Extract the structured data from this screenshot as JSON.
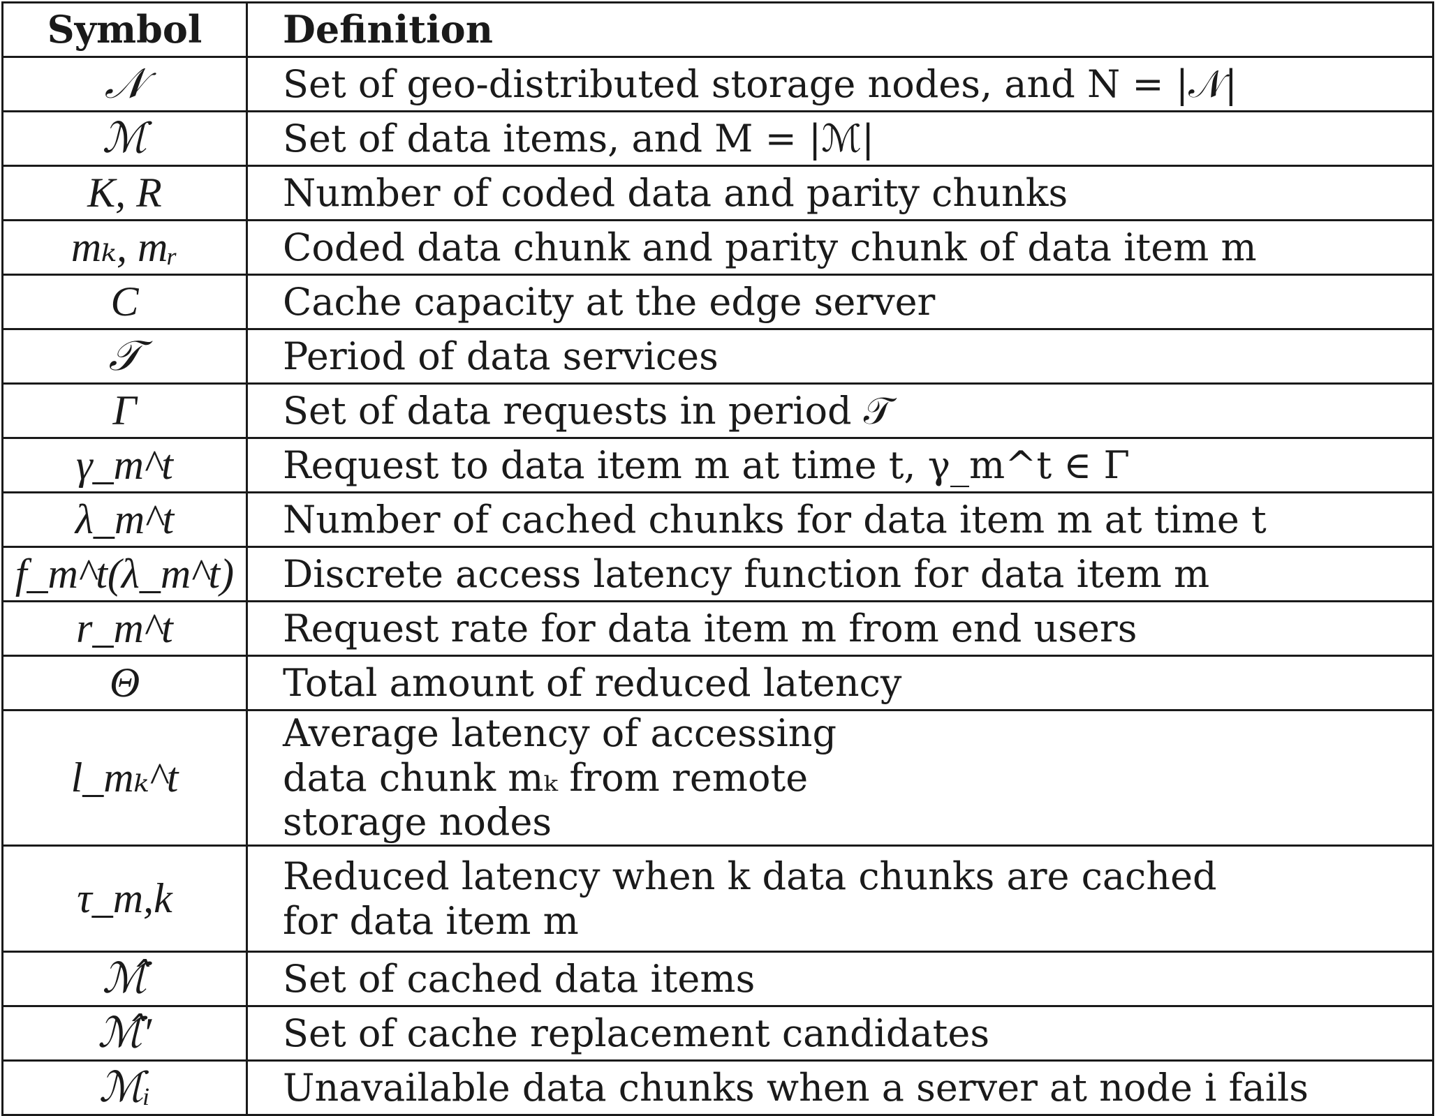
{
  "headers": {
    "symbol": "Symbol",
    "definition": "Definition"
  },
  "rows": [
    {
      "symbol": "𝒩",
      "definition": "Set of geo-distributed storage nodes, and N = |𝒩|"
    },
    {
      "symbol": "ℳ",
      "definition": "Set of data items, and M = |ℳ|"
    },
    {
      "symbol": "K, R",
      "definition": "Number of coded data and parity chunks"
    },
    {
      "symbol": "mₖ, mᵣ",
      "definition": "Coded data chunk and parity chunk of data item m"
    },
    {
      "symbol": "C",
      "definition": "Cache capacity at the edge server"
    },
    {
      "symbol": "𝒯",
      "definition": "Period of data services"
    },
    {
      "symbol": "Γ",
      "definition": "Set of data requests in period 𝒯"
    },
    {
      "symbol": "γ_m^t",
      "definition": "Request to data item m at time t, γ_m^t ∈ Γ"
    },
    {
      "symbol": "λ_m^t",
      "definition": "Number of cached chunks for data item m at time t"
    },
    {
      "symbol": "f_m^t(λ_m^t)",
      "definition": "Discrete access latency function for data item m"
    },
    {
      "symbol": "r_m^t",
      "definition": "Request rate for data item m from end users"
    },
    {
      "symbol": "Θ",
      "definition": "Total amount of reduced latency"
    },
    {
      "symbol": "l_mₖ^t",
      "definition": "Average latency of accessing data chunk mₖ from remote storage nodes"
    },
    {
      "symbol": "τ_m,k",
      "definition": "Reduced latency when k data chunks are cached for data item m"
    },
    {
      "symbol": "ℳ̂",
      "definition": "Set of cached data items"
    },
    {
      "symbol": "ℳ̂′",
      "definition": "Set of cache replacement candidates"
    },
    {
      "symbol": "ℳᵢ",
      "definition": "Unavailable data chunks when a server at node i fails"
    }
  ]
}
